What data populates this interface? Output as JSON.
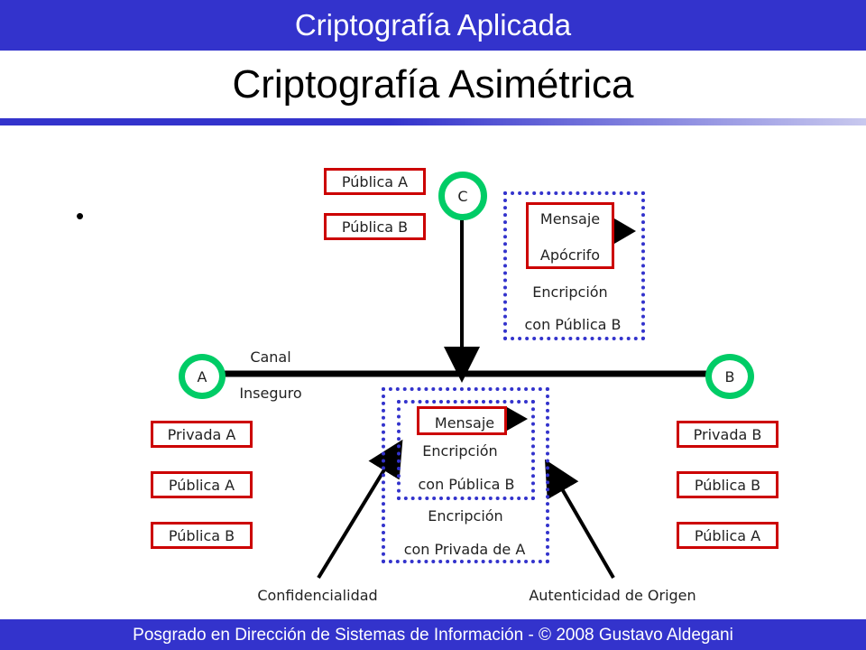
{
  "header": {
    "course": "Criptografía Aplicada"
  },
  "slide": {
    "title": "Criptografía Asimétrica",
    "bullet": "•"
  },
  "nodes": {
    "a": "A",
    "b": "B",
    "c": "C"
  },
  "channel": {
    "line1": "Canal",
    "line2": "Inseguro"
  },
  "c_keys": [
    "Pública A",
    "Pública B"
  ],
  "a_keys": [
    "Privada A",
    "Pública A",
    "Pública B"
  ],
  "b_keys": [
    "Privada B",
    "Pública B",
    "Pública A"
  ],
  "attacker_box": {
    "message_line1": "Mensaje",
    "message_line2": "Apócrifo",
    "caption_line1": "Encripción",
    "caption_line2": "con Pública B"
  },
  "center_box": {
    "message": "Mensaje",
    "inner_line1": "Encripción",
    "inner_line2": "con Pública B",
    "outer_line1": "Encripción",
    "outer_line2": "con Privada de A"
  },
  "annotations": {
    "left": "Confidencialidad",
    "right": "Autenticidad de Origen"
  },
  "colors": {
    "bar": "#3333cc",
    "node_ring": "#00cc66",
    "key_border": "#cc0000",
    "dotted_border": "#3333cc"
  },
  "footer": {
    "text": "Posgrado en Dirección de Sistemas de Información -  © 2008 Gustavo Aldegani"
  }
}
